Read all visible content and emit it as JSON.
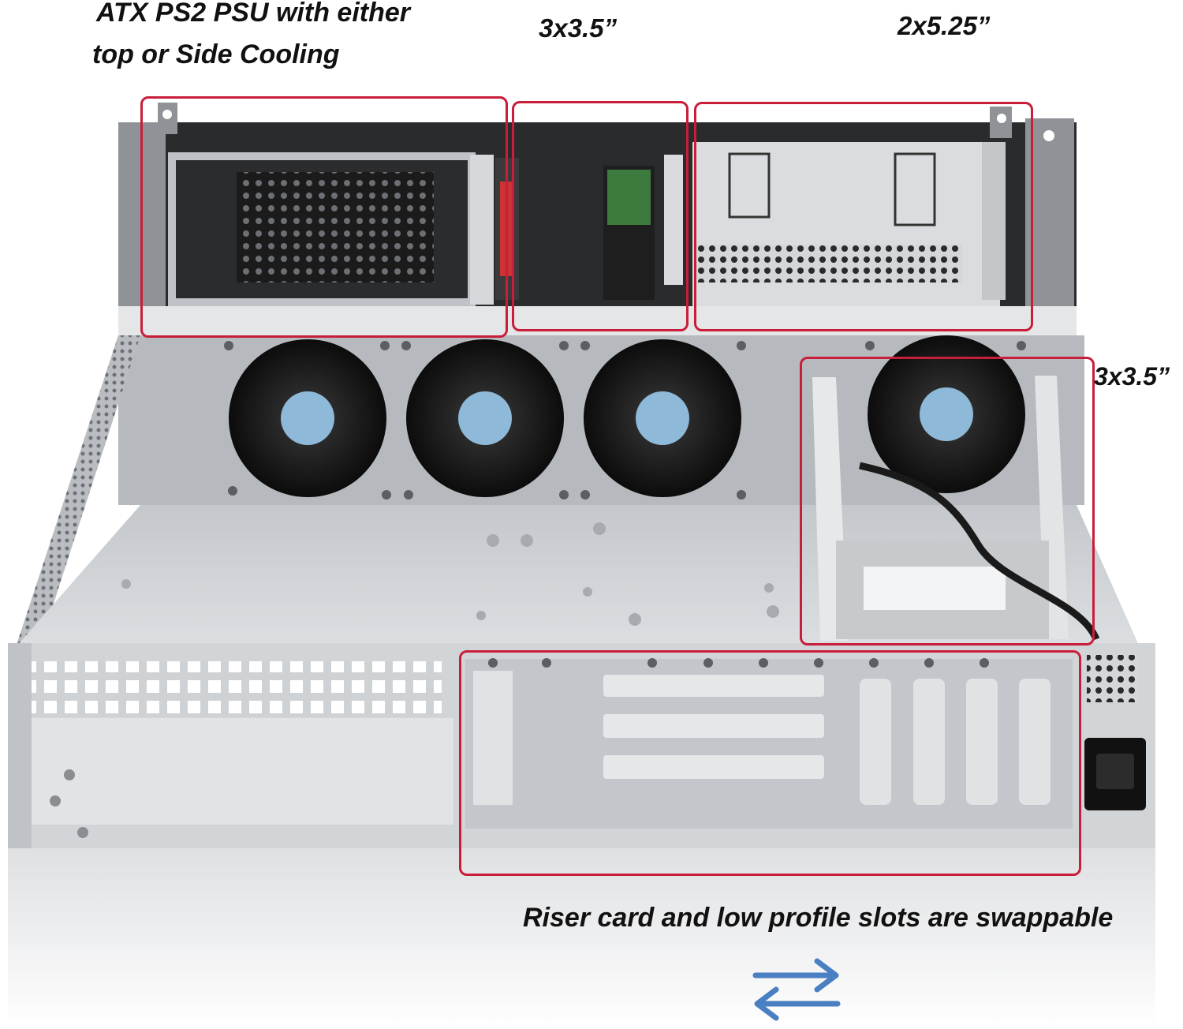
{
  "labels": {
    "psu_line1": "ATX PS2 PSU with either",
    "psu_line2": "top or Side Cooling",
    "bay_top_35": "3x3.5”",
    "bay_525": "2x5.25”",
    "bay_side_35": "3x3.5”",
    "swap_caption": "Riser card and low profile slots are swappable"
  },
  "colors": {
    "highlight": "#c81e3a",
    "arrow": "#4a7fc1",
    "metal": "#c9ccd0",
    "metal_dark": "#8e9297",
    "black": "#141414"
  },
  "icons": {
    "swap": "swap-arrows-icon"
  }
}
